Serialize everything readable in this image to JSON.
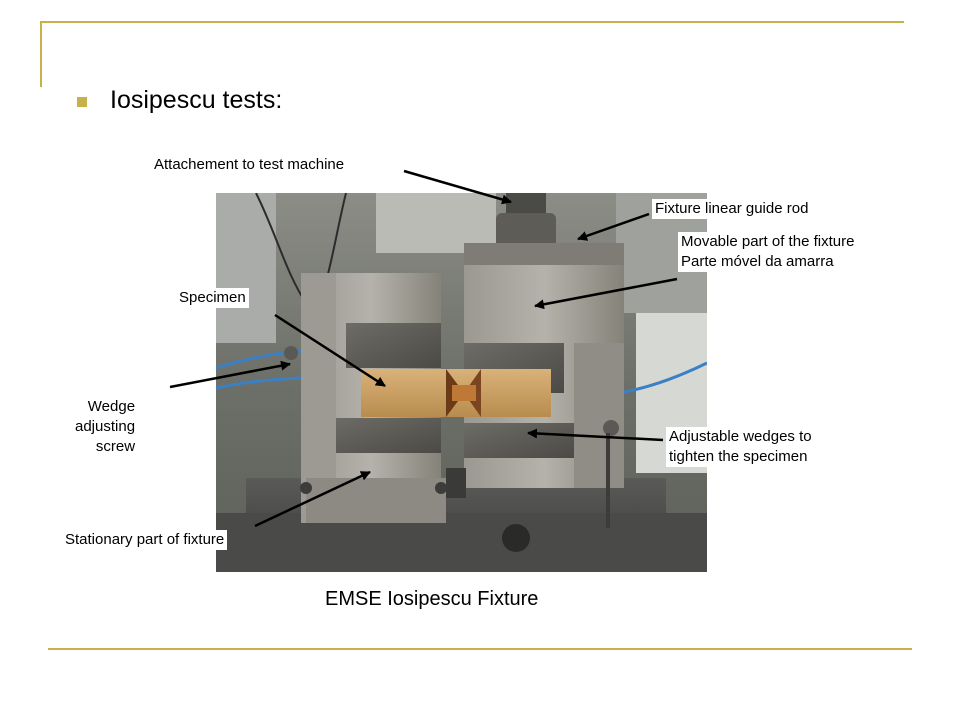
{
  "slide": {
    "heading": "Iosipescu tests:",
    "caption": "EMSE Iosipescu  Fixture"
  },
  "labels": {
    "attachment": "Attachement to test machine",
    "guide_rod": "Fixture linear guide rod",
    "movable_line1": "Movable part of the fixture",
    "movable_line2": "Parte móvel da amarra",
    "specimen": "Specimen",
    "wedge_line1": "Wedge",
    "wedge_line2": "adjusting",
    "wedge_line3": "screw",
    "adjustable_line1": "Adjustable wedges to",
    "adjustable_line2": "tighten the specimen",
    "stationary": "Stationary part of fixture"
  },
  "colors": {
    "accent": "#c8b14a",
    "arrow": "#000000"
  }
}
